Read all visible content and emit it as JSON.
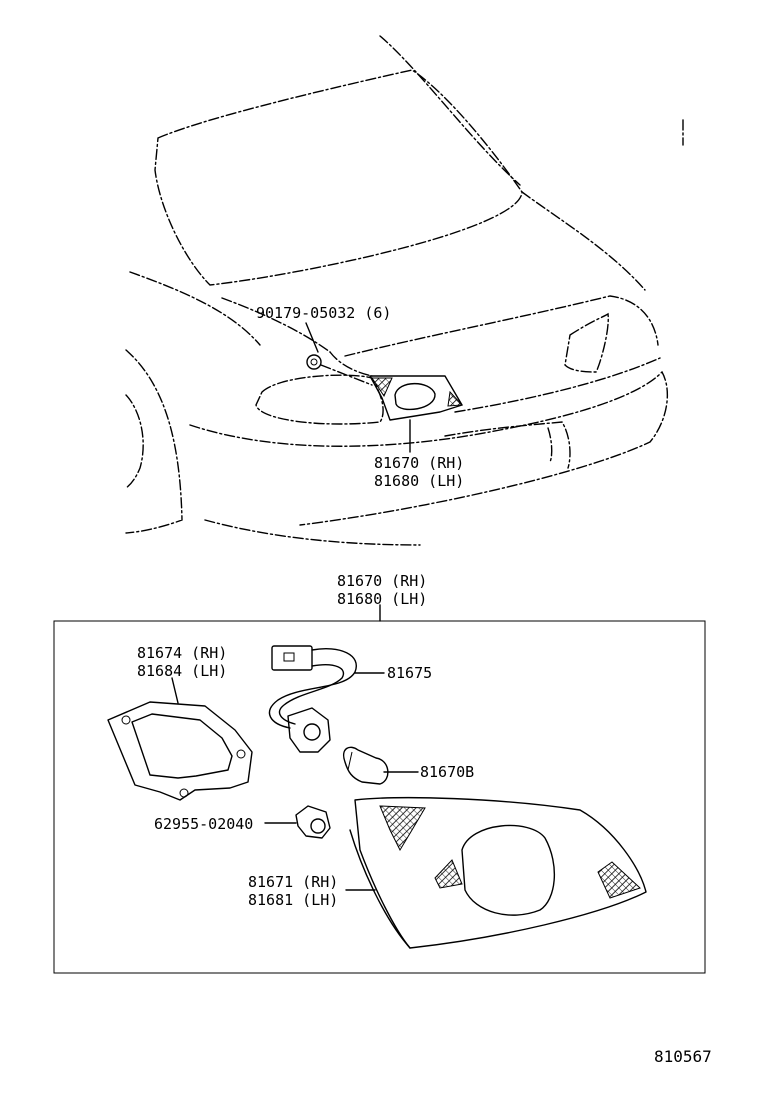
{
  "labels": {
    "bolt": "90179-05032 (6)",
    "lamp_top_rh": "81670 (RH)",
    "lamp_top_lh": "81680 (LH)",
    "assembly_rh": "81670 (RH)",
    "assembly_lh": "81680 (LH)",
    "gasket_rh": "81674 (RH)",
    "gasket_lh": "81684 (LH)",
    "socket": "81675",
    "bulb": "81670B",
    "clip": "62955-02040",
    "lens_rh": "81671 (RH)",
    "lens_lh": "81681 (LH)",
    "ref_number": "810567"
  }
}
